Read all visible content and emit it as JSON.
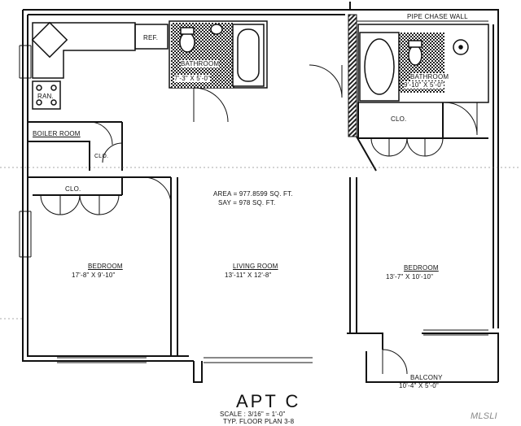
{
  "plan": {
    "title": "APT C",
    "scale_line": "SCALE : 3/16\" = 1'-0\"",
    "plan_ref": "TYP. FLOOR PLAN 3-8",
    "area_line": "AREA = 977.8599 SQ. FT.",
    "say_line": "SAY = 978 SQ. FT.",
    "pipe_chase_wall": "PIPE CHASE WALL",
    "watermark": "MLSLI",
    "rooms": {
      "ref": "REF.",
      "ran": "RAN.",
      "bath1_name": "BATHROOM",
      "bath1_dim": "7'-3\" X 5'-0\"",
      "bath2_name": "BATHROOM",
      "bath2_dim": "9'-10\" X 5'-0\"",
      "boiler_room": "BOILER ROOM",
      "clo_small": "CLO.",
      "clo_left": "CLO.",
      "clo_right": "CLO.",
      "bedroom1_name": "BEDROOM",
      "bedroom1_dim": "17'-8\" X 9'-10\"",
      "living_name": "LIVING ROOM",
      "living_dim": "13'-11\" X 12'-8\"",
      "bedroom2_name": "BEDROOM",
      "bedroom2_dim": "13'-7\" X 10'-10\"",
      "balcony_name": "BALCONY",
      "balcony_dim": "10'-4\" X 5'-0\""
    }
  }
}
